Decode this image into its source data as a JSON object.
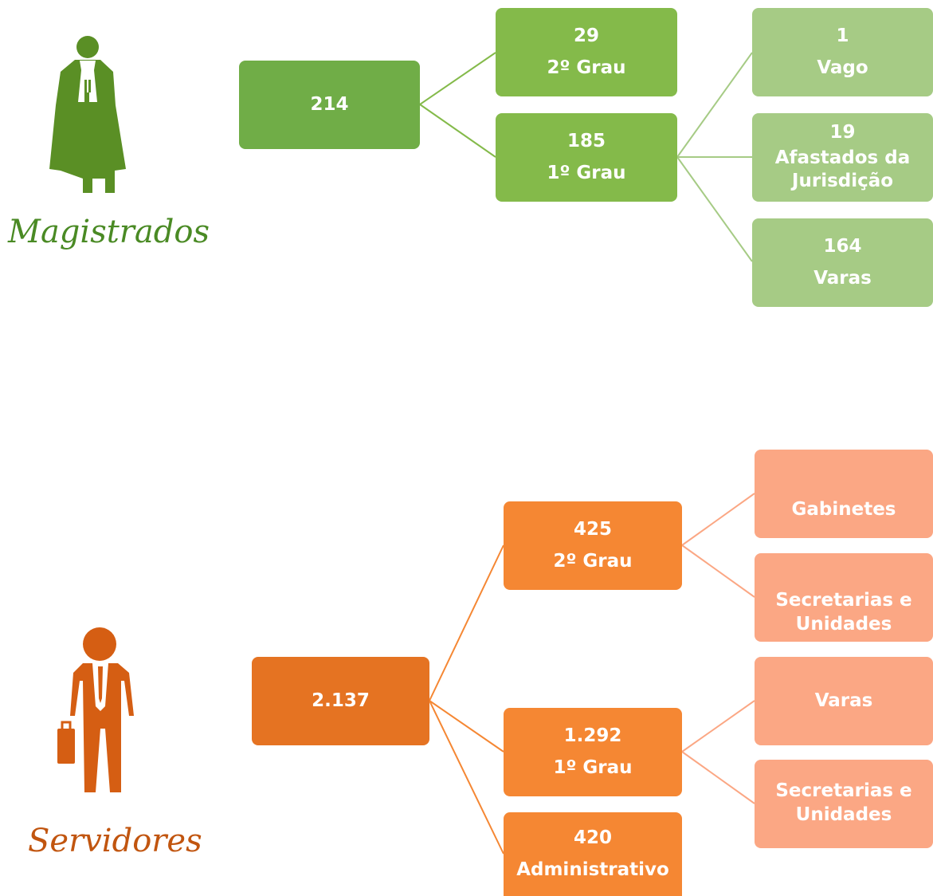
{
  "colors": {
    "green_root": "#70ad47",
    "green_mid": "#84ba4a",
    "green_leaf": "#a6cb85",
    "green_text": "#4a8a24",
    "green_figure": "#5a8f25",
    "orange_root": "#e57322",
    "orange_mid": "#f58733",
    "orange_leaf": "#fba784",
    "orange_text": "#c1550f",
    "orange_figure": "#d55e13"
  },
  "magistrados": {
    "caption": "Magistrados",
    "figure_icon": "judge-icon",
    "root": {
      "value": "214"
    },
    "second": {
      "value": "29",
      "label": "2º Grau"
    },
    "first": {
      "value": "185",
      "label": "1º Grau"
    },
    "vago": {
      "value": "1",
      "label": "Vago"
    },
    "afastados": {
      "value": "19",
      "label_line1": "Afastados da",
      "label_line2": "Jurisdição"
    },
    "varas": {
      "value": "164",
      "label": "Varas"
    }
  },
  "servidores": {
    "caption": "Servidores",
    "figure_icon": "businessman-icon",
    "root": {
      "value": "2.137"
    },
    "second": {
      "value": "425",
      "label": "2º Grau"
    },
    "first": {
      "value": "1.292",
      "label": "1º Grau"
    },
    "admin": {
      "value": "420",
      "label": "Administrativo"
    },
    "gabinetes": {
      "label": "Gabinetes"
    },
    "secretarias_2": {
      "line1": "Secretarias e",
      "line2": "Unidades"
    },
    "varas": {
      "label": "Varas"
    },
    "secretarias_1": {
      "line1": "Secretarias e",
      "line2": "Unidades"
    }
  }
}
